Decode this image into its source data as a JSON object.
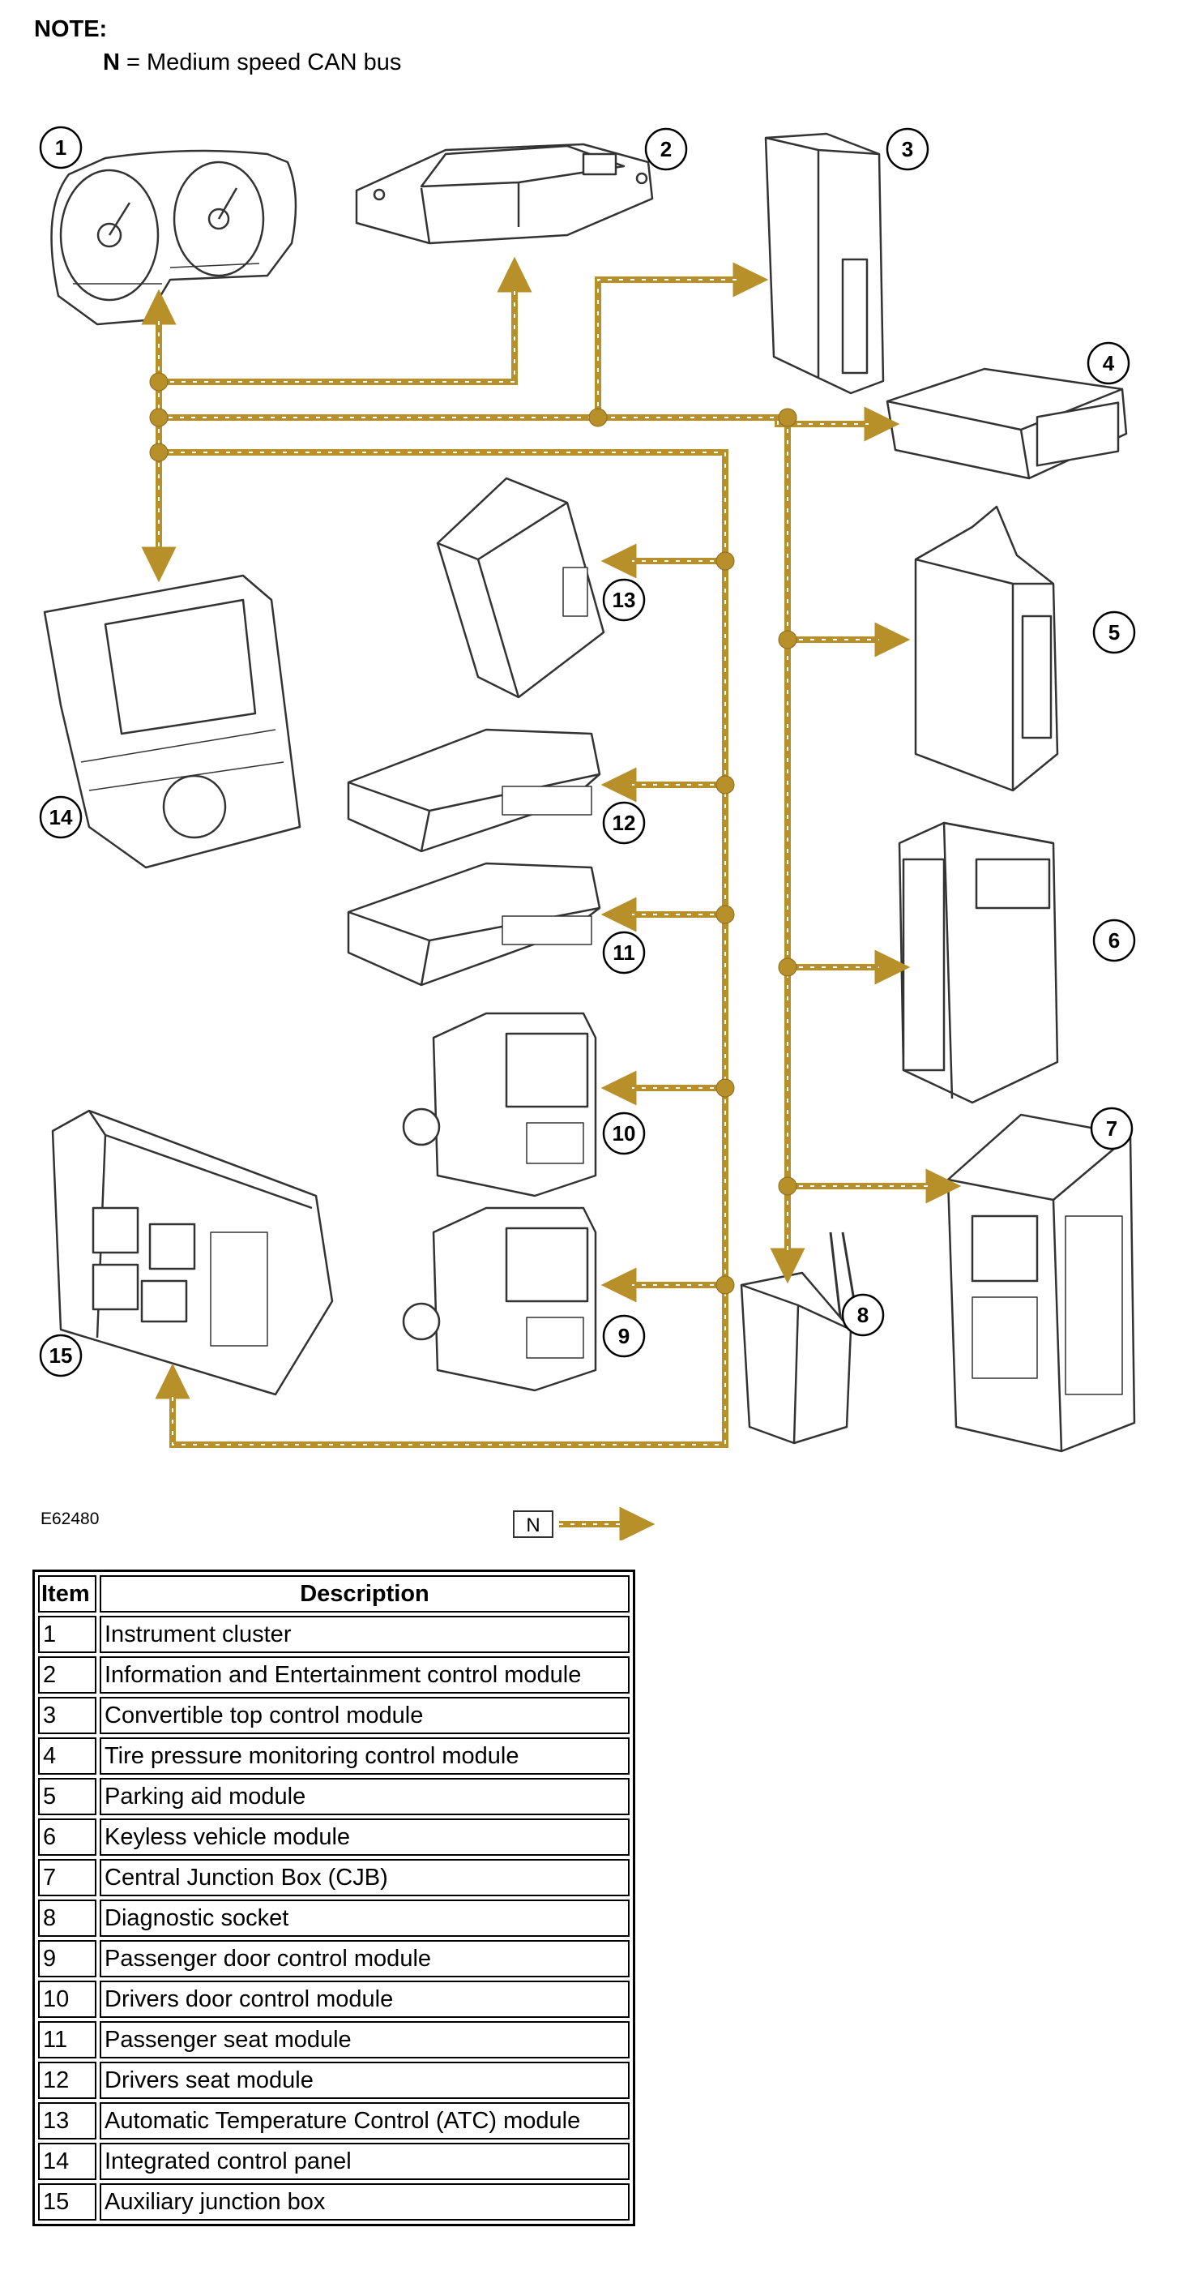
{
  "note": {
    "heading": "NOTE:",
    "symbol": "N",
    "text": "= Medium speed CAN bus"
  },
  "figure_id": "E62480",
  "legend_key": {
    "symbol": "N"
  },
  "colors": {
    "bus": "#b8902a",
    "bus_dots": "#ffffff",
    "outline": "#333333"
  },
  "components": [
    {
      "item": "1",
      "icon": "instrument-cluster"
    },
    {
      "item": "2",
      "icon": "control-module"
    },
    {
      "item": "3",
      "icon": "control-module"
    },
    {
      "item": "4",
      "icon": "control-module"
    },
    {
      "item": "5",
      "icon": "control-module"
    },
    {
      "item": "6",
      "icon": "control-module"
    },
    {
      "item": "7",
      "icon": "junction-box"
    },
    {
      "item": "8",
      "icon": "diagnostic-connector"
    },
    {
      "item": "9",
      "icon": "door-module"
    },
    {
      "item": "10",
      "icon": "door-module"
    },
    {
      "item": "11",
      "icon": "seat-module"
    },
    {
      "item": "12",
      "icon": "seat-module"
    },
    {
      "item": "13",
      "icon": "control-module"
    },
    {
      "item": "14",
      "icon": "control-panel"
    },
    {
      "item": "15",
      "icon": "junction-box"
    }
  ],
  "table": {
    "headers": [
      "Item",
      "Description"
    ],
    "rows": [
      [
        "1",
        "Instrument cluster"
      ],
      [
        "2",
        "Information and Entertainment control module"
      ],
      [
        "3",
        "Convertible top control module"
      ],
      [
        "4",
        "Tire pressure monitoring control module"
      ],
      [
        "5",
        "Parking aid module"
      ],
      [
        "6",
        "Keyless vehicle module"
      ],
      [
        "7",
        "Central Junction Box (CJB)"
      ],
      [
        "8",
        "Diagnostic socket"
      ],
      [
        "9",
        "Passenger door control module"
      ],
      [
        "10",
        "Drivers door control module"
      ],
      [
        "11",
        "Passenger seat module"
      ],
      [
        "12",
        "Drivers seat module"
      ],
      [
        "13",
        "Automatic Temperature Control (ATC) module"
      ],
      [
        "14",
        "Integrated control panel"
      ],
      [
        "15",
        "Auxiliary junction box"
      ]
    ]
  }
}
